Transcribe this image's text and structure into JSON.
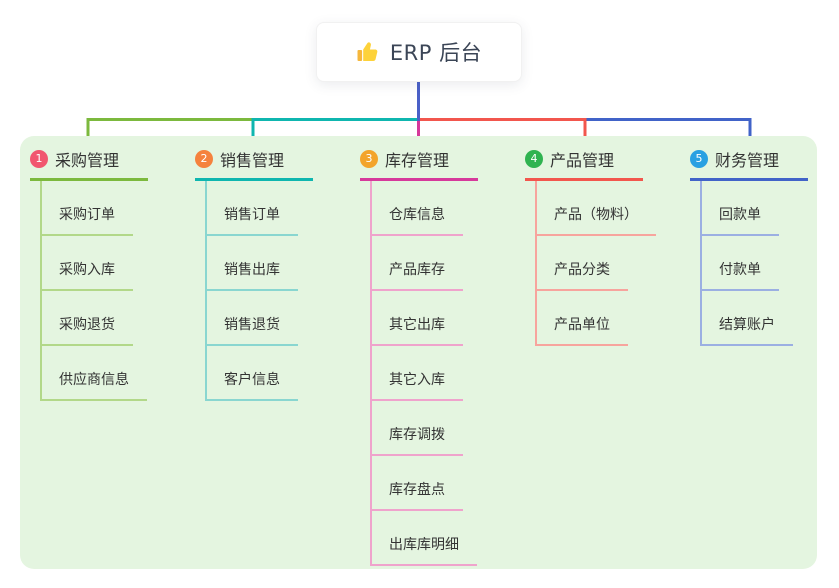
{
  "root": {
    "title": "ERP 后台",
    "icon": "thumbs-up-icon",
    "line_color": "#4a60c8"
  },
  "panel": {
    "background": "#e4f5e0"
  },
  "branches": [
    {
      "number": "1",
      "label": "采购管理",
      "badge_color": "#f1566f",
      "line_color": "#7cb93e",
      "child_line_color": "#b2d889",
      "children": [
        "采购订单",
        "采购入库",
        "采购退货",
        "供应商信息"
      ]
    },
    {
      "number": "2",
      "label": "销售管理",
      "badge_color": "#f5823d",
      "line_color": "#0fb6af",
      "child_line_color": "#89d6d0",
      "children": [
        "销售订单",
        "销售出库",
        "销售退货",
        "客户信息"
      ]
    },
    {
      "number": "3",
      "label": "库存管理",
      "badge_color": "#f3a42b",
      "line_color": "#d6399b",
      "child_line_color": "#efa3cc",
      "children": [
        "仓库信息",
        "产品库存",
        "其它出库",
        "其它入库",
        "库存调拨",
        "库存盘点",
        "出库库明细"
      ]
    },
    {
      "number": "4",
      "label": "产品管理",
      "badge_color": "#2fb350",
      "line_color": "#f2564d",
      "child_line_color": "#f7a49d",
      "children": [
        "产品（物料）",
        "产品分类",
        "产品单位"
      ]
    },
    {
      "number": "5",
      "label": "财务管理",
      "badge_color": "#29a0e2",
      "line_color": "#4163c8",
      "child_line_color": "#9bafe2",
      "children": [
        "回款单",
        "付款单",
        "结算账户"
      ]
    }
  ]
}
